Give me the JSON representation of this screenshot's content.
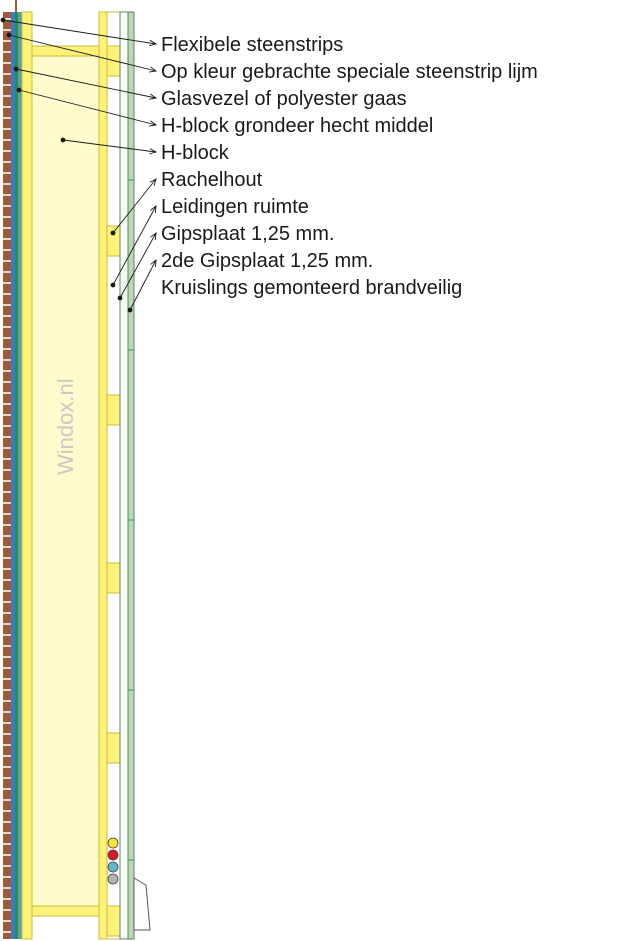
{
  "watermark": "Windox.nl",
  "labels": [
    "Flexibele steenstrips",
    "Op kleur gebrachte speciale steenstrip lijm",
    "Glasvezel of polyester gaas",
    "H-block grondeer hecht middel",
    "H-block",
    "Rachelhout",
    "Leidingen ruimte",
    "Gipsplaat 1,25 mm.",
    "2de Gipsplaat 1,25 mm.",
    "Kruislings gemonteerd brandveilig"
  ],
  "colors": {
    "brick": "#a0583f",
    "mortar": "#e8d6c8",
    "glue": "#3a7ec2",
    "mesh": "#2e8a50",
    "primer": "#5aa0a0",
    "hblock": "#fffbcc",
    "hblock_edge": "#c9be3a",
    "batten": "#fff27a",
    "gypsum": "#b9d9b4",
    "gypsum_edge": "#5c8a5c",
    "line": "#1a1a1a",
    "watermark": "#c9c9c9"
  },
  "cables": [
    {
      "color": "#f3e23a"
    },
    {
      "color": "#d8152b"
    },
    {
      "color": "#5fb7c9"
    },
    {
      "color": "#b3b3b3"
    }
  ],
  "icons": {
    "leader_dot": "dot-icon",
    "leader_arrow": "arrow-icon"
  }
}
